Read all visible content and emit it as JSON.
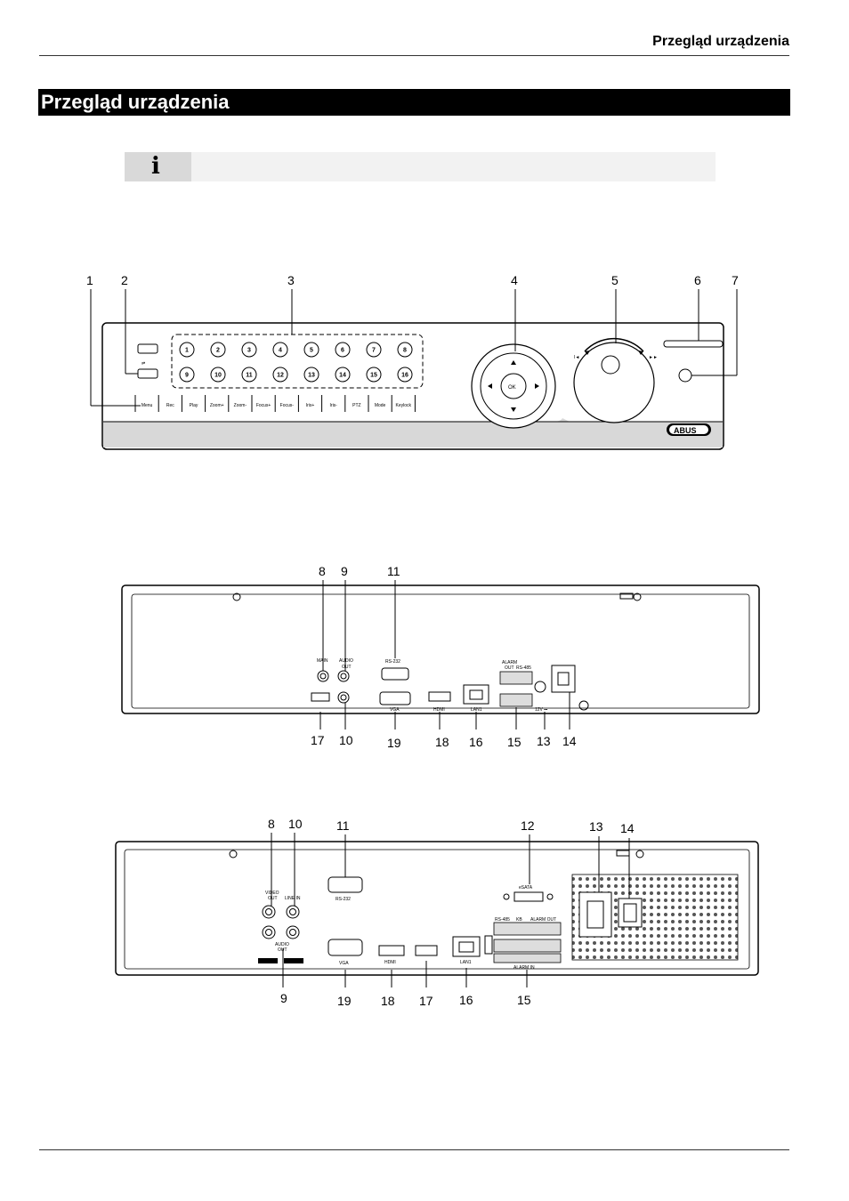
{
  "page": {
    "running_header": "Przegląd urządzenia",
    "section_title": "Przegląd urządzenia",
    "info_icon": "i"
  },
  "front_panel": {
    "callouts": [
      "1",
      "2",
      "3",
      "4",
      "5",
      "6",
      "7"
    ],
    "channel_buttons": [
      "1",
      "2",
      "3",
      "4",
      "5",
      "6",
      "7",
      "8",
      "9",
      "10",
      "11",
      "12",
      "13",
      "14",
      "15",
      "16"
    ],
    "function_buttons": [
      "Menu",
      "Rec",
      "Play",
      "Zoom+",
      "Zoom-",
      "Focus+",
      "Focus-",
      "Iris+",
      "Iris-",
      "PTZ",
      "Mode",
      "Keylock"
    ],
    "ok_label": "OK",
    "jog_left_label": "I◄",
    "jog_right_label": "►►",
    "logo_text": "ABUS"
  },
  "rear_panel_1": {
    "callouts_top": [
      "8",
      "9",
      "11"
    ],
    "callouts_bottom": [
      "17",
      "10",
      "19",
      "18",
      "16",
      "15",
      "13",
      "14"
    ],
    "labels": {
      "main": "MAIN",
      "audio_out_1": "AUDIO",
      "audio_out_2": "OUT",
      "rs232": "RS-232",
      "alarm_out_1": "ALARM",
      "alarm_out_2": "OUT",
      "rs485": "RS-485",
      "vga": "VGA",
      "hdmi": "HDMI",
      "lan1": "LAN1",
      "power": "12V ⎓"
    }
  },
  "rear_panel_2": {
    "callouts_top": [
      "8",
      "10",
      "11",
      "12",
      "13",
      "14"
    ],
    "callouts_bottom": [
      "9",
      "19",
      "18",
      "17",
      "16",
      "15"
    ],
    "labels": {
      "video_out_1": "VIDEO",
      "video_out_2": "OUT",
      "line_in": "LINE IN",
      "audio_out_1": "AUDIO",
      "audio_out_2": "OUT",
      "rs232": "RS-232",
      "esata": "eSATA",
      "rs485": "RS-485",
      "kb": "KB",
      "alarm_out": "ALARM OUT",
      "alarm_in": "ALARM IN",
      "vga": "VGA",
      "hdmi": "HDMI",
      "lan1": "LAN1"
    }
  }
}
